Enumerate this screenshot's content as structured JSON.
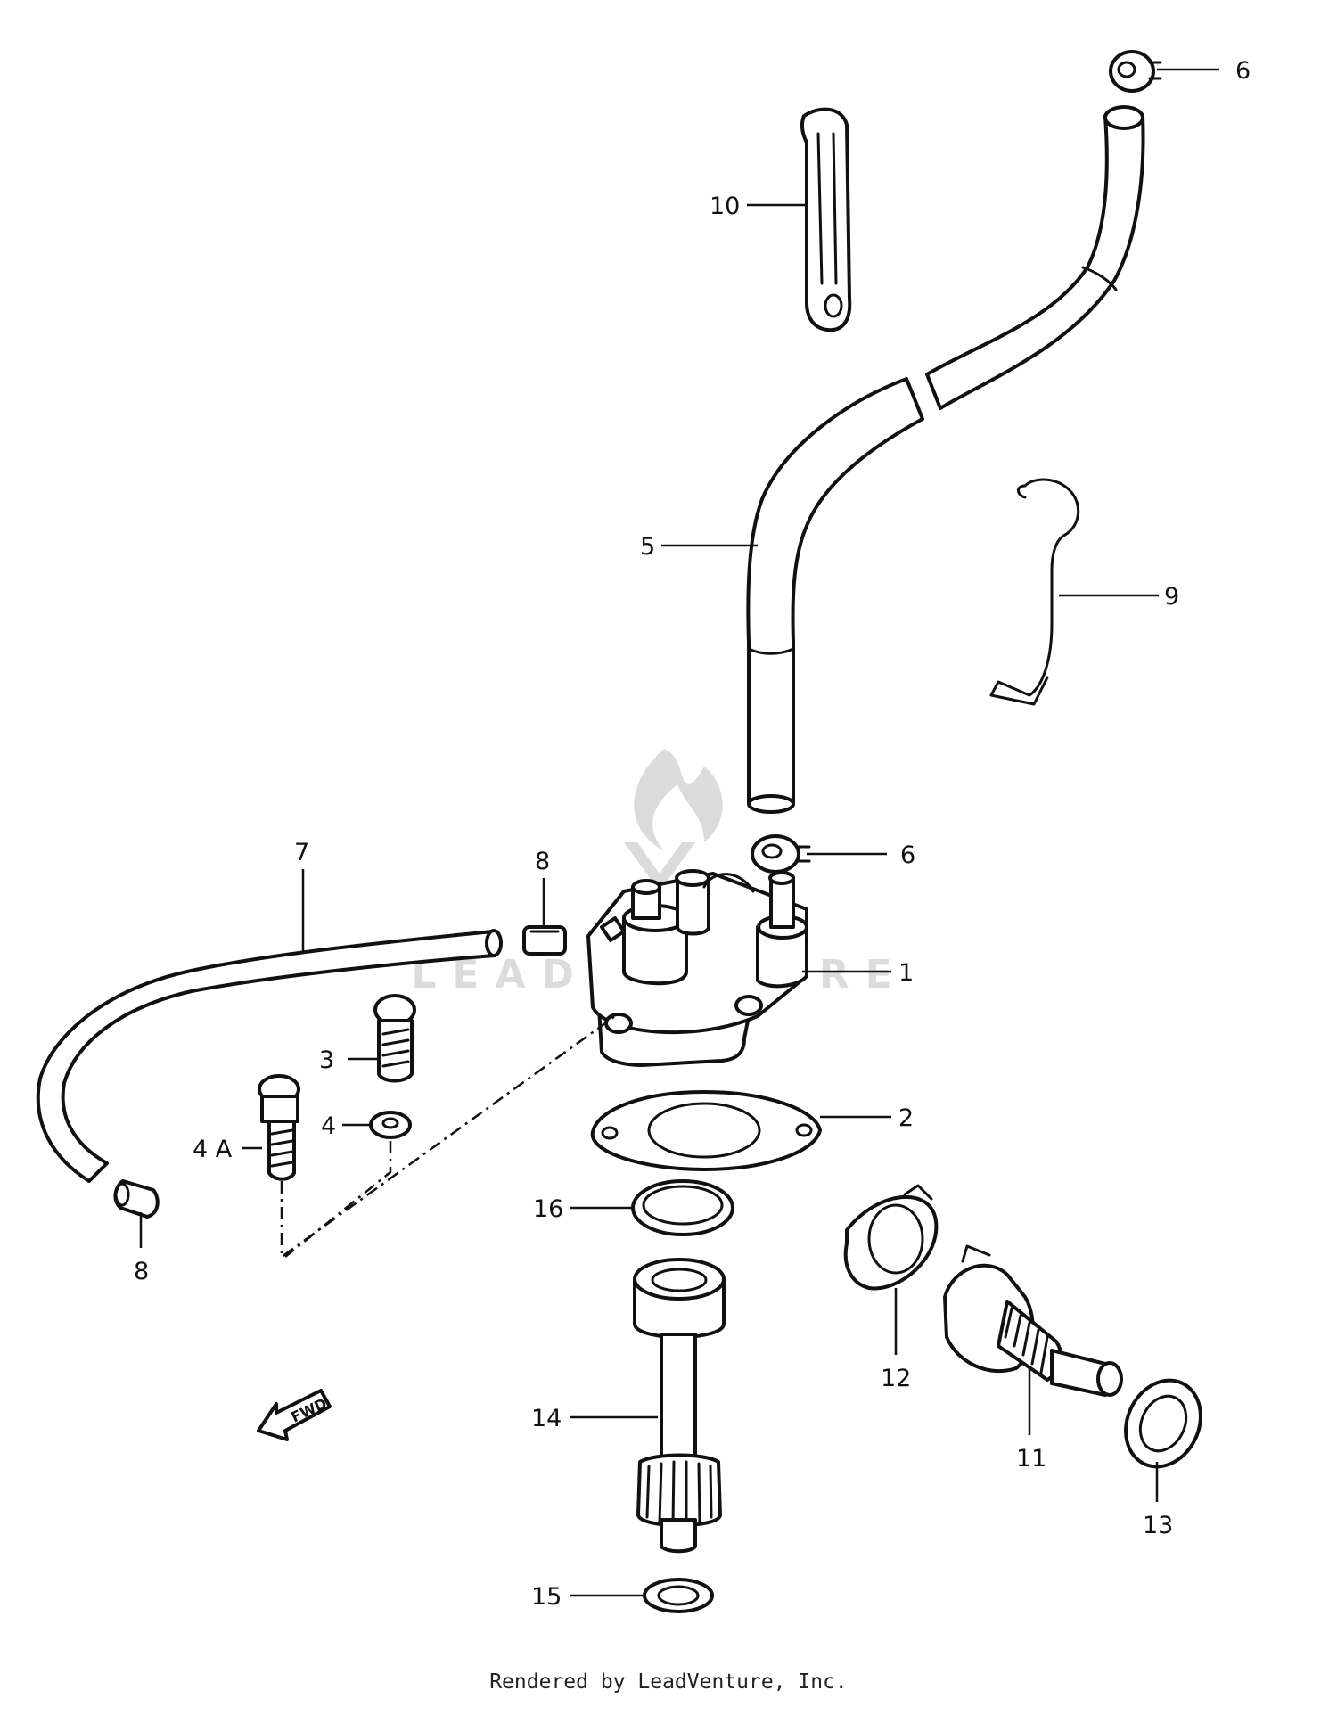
{
  "callouts": [
    {
      "id": "c6top",
      "text": "6"
    },
    {
      "id": "c10",
      "text": "10"
    },
    {
      "id": "c5",
      "text": "5"
    },
    {
      "id": "c9",
      "text": "9"
    },
    {
      "id": "c7",
      "text": "7"
    },
    {
      "id": "c8a",
      "text": "8"
    },
    {
      "id": "c6mid",
      "text": "6"
    },
    {
      "id": "c1",
      "text": "1"
    },
    {
      "id": "c3",
      "text": "3"
    },
    {
      "id": "c4",
      "text": "4"
    },
    {
      "id": "c4a",
      "text": "4 A"
    },
    {
      "id": "c2",
      "text": "2"
    },
    {
      "id": "c16",
      "text": "16"
    },
    {
      "id": "c8b",
      "text": "8"
    },
    {
      "id": "c12",
      "text": "12"
    },
    {
      "id": "c11",
      "text": "11"
    },
    {
      "id": "c14",
      "text": "14"
    },
    {
      "id": "c13",
      "text": "13"
    },
    {
      "id": "c15",
      "text": "15"
    }
  ],
  "fwd_label": "FWD",
  "watermark": "LEADVENTURE",
  "footer": "Rendered by LeadVenture, Inc."
}
